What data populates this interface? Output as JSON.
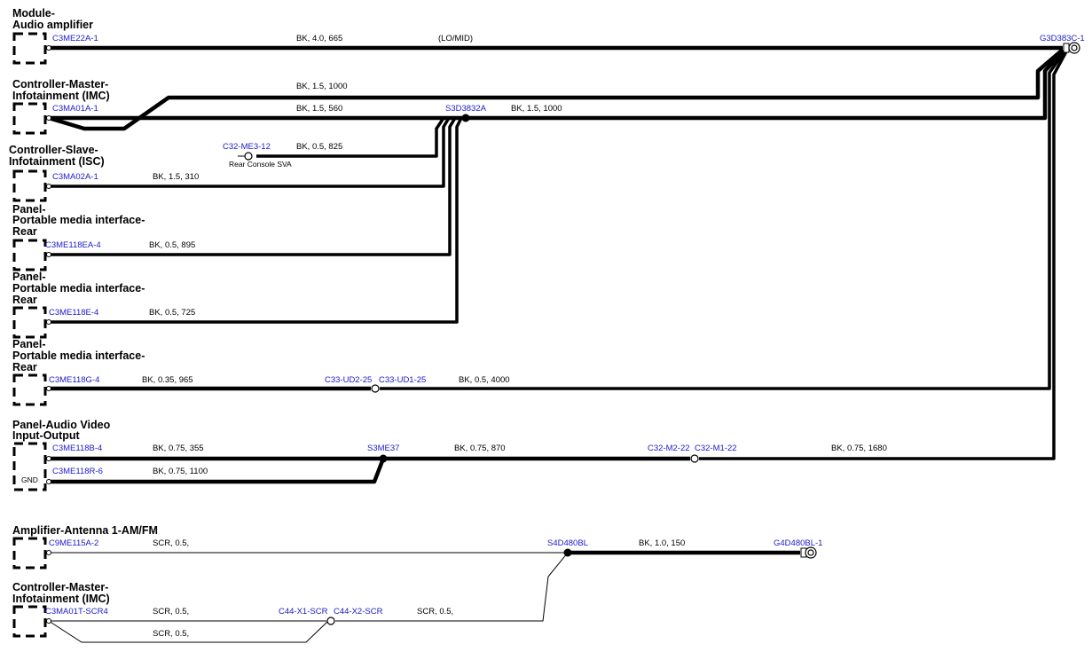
{
  "components": {
    "audio_amp": {
      "line1": "Module-",
      "line2": "Audio amplifier"
    },
    "imc": {
      "line1": "Controller-Master-",
      "line2": "Infotainment (IMC)"
    },
    "isc": {
      "line1": "Controller-Slave-",
      "line2": "Infotainment (ISC)"
    },
    "pmi_1": {
      "line1": "Panel-",
      "line2": "Portable media interface-",
      "line3": "Rear"
    },
    "pmi_2": {
      "line1": "Panel-",
      "line2": "Portable media interface-",
      "line3": "Rear"
    },
    "pmi_3": {
      "line1": "Panel-",
      "line2": "Portable media interface-",
      "line3": "Rear"
    },
    "avio": {
      "line1": "Panel-Audio Video",
      "line2": "Input-Output",
      "gnd": "GND"
    },
    "antenna_amp": {
      "line1": "Amplifier-Antenna 1-AM/FM"
    },
    "imc_2": {
      "line1": "Controller-Master-",
      "line2": "Infotainment (IMC)"
    }
  },
  "connectors": {
    "c3me22a_1": "C3ME22A-1",
    "g3d383c_1": "G3D383C-1",
    "c3ma01a_1": "C3MA01A-1",
    "s3d3832a": "S3D3832A",
    "c32_me3_12": "C32-ME3-12",
    "c3ma02a_1": "C3MA02A-1",
    "c3me118ea_4": "C3ME118EA-4",
    "c3me118e_4": "C3ME118E-4",
    "c3me118g_4": "C3ME118G-4",
    "c33_ud2_25": "C33-UD2-25",
    "c33_ud1_25": "C33-UD1-25",
    "c3me118b_4": "C3ME118B-4",
    "s3me37": "S3ME37",
    "c32_m2_22": "C32-M2-22",
    "c32_m1_22": "C32-M1-22",
    "c3me118r_6": "C3ME118R-6",
    "c9me115a_2": "C9ME115A-2",
    "s4d480bl": "S4D480BL",
    "g4d480bl_1": "G4D480BL-1",
    "c3ma01t_scr4": "C3MA01T-SCR4",
    "c44_x1_scr": "C44-X1-SCR",
    "c44_x2_scr": "C44-X2-SCR"
  },
  "wires": {
    "amp_main": "BK,  4.0,  665",
    "amp_note": "(LO/MID)",
    "imc_upper": "BK,  1.5,  1000",
    "imc_lower": "BK,  1.5,  560",
    "splice_out": "BK,  1.5,  1000",
    "rear_console": "BK,  0.5,  825",
    "isc": "BK,  1.5,  310",
    "pmi_1": "BK,  0.5,  895",
    "pmi_2": "BK,  0.5,  725",
    "pmi_3_left": "BK,  0.35,  965",
    "pmi_3_right": "BK,  0.5,  4000",
    "avio_1": "BK,  0.75,  355",
    "avio_mid": "BK,  0.75,  870",
    "avio_right": "BK,  0.75,  1680",
    "avio_2": "BK,  0.75,  1100",
    "ant_scr": "SCR,  0.5,",
    "ant_main": "BK,  1.0,  150",
    "imc2_scr_a": "SCR,  0.5,",
    "imc2_scr_b": "SCR,  0.5,",
    "imc2_scr_c": "SCR,  0.5,"
  },
  "notes": {
    "rear_console": "Rear Console SVA"
  },
  "colors": {
    "connector_text": "#1a1acc",
    "wire": "#000000",
    "background": "#ffffff"
  }
}
